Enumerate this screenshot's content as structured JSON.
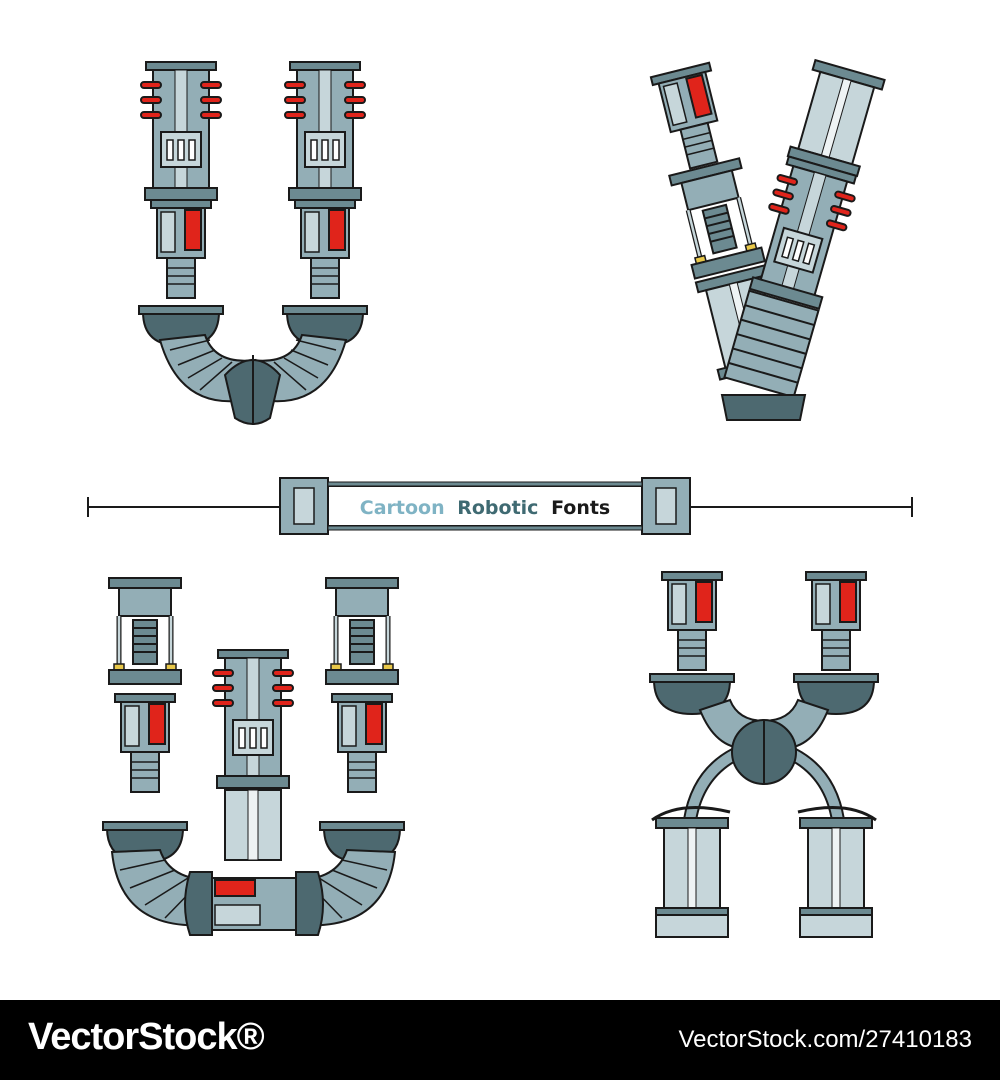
{
  "banner": {
    "word1": "Cartoon",
    "word2": "Robotic",
    "word3": "Fonts"
  },
  "colors": {
    "metal": "#93aeb6",
    "metal_light": "#c6d6da",
    "metal_dark": "#4d6970",
    "accent_red": "#e0241b",
    "accent_yellow": "#e8c84a",
    "outline": "#1a1a1a",
    "word1": "#7fb3c4",
    "word2": "#3f6a72",
    "word3": "#1a1a1a"
  },
  "letters": [
    "U",
    "V",
    "W",
    "X"
  ],
  "footer": {
    "brand": "VectorStock®",
    "image_id": "VectorStock.com/27410183"
  }
}
